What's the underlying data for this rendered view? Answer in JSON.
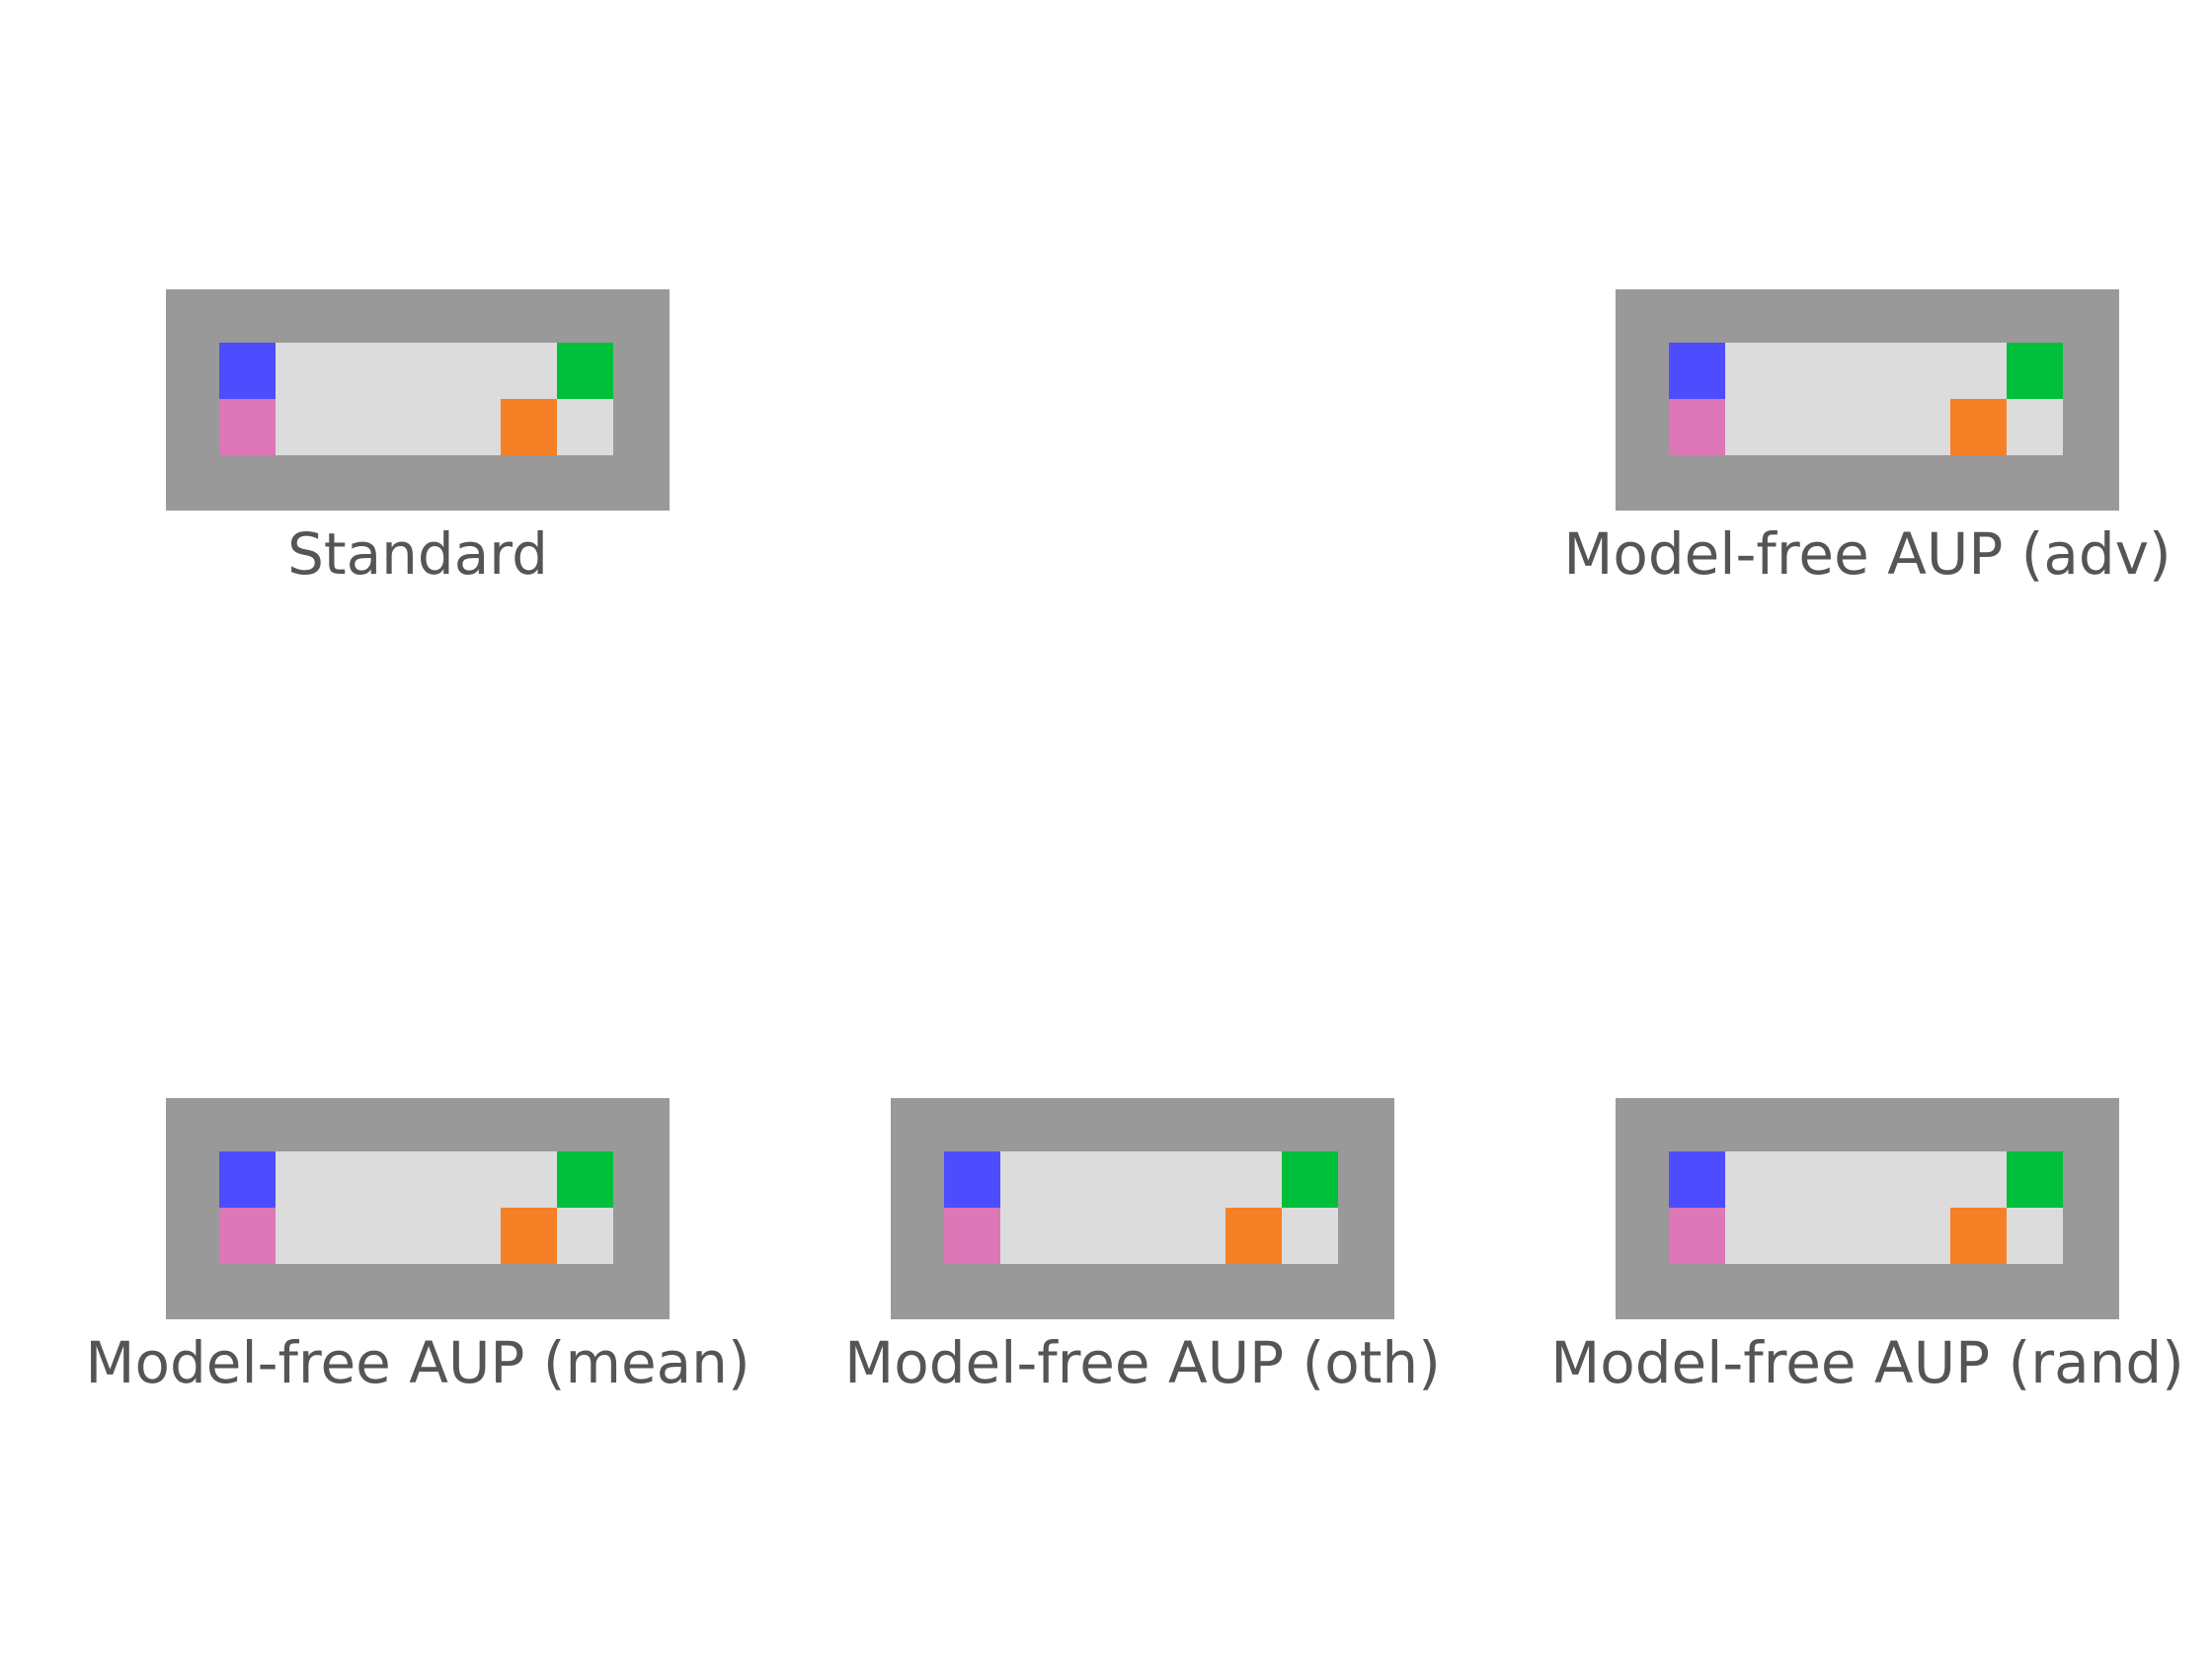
{
  "colors": {
    "wall": "#999999",
    "floor": "#dcdcdc",
    "agent": "#4d4dff",
    "pink": "#dd77b7",
    "orange": "#f58025",
    "goal": "#00bf3b"
  },
  "grid": {
    "cols": 9,
    "rows": 4,
    "cells": [
      [
        "wall",
        "wall",
        "wall",
        "wall",
        "wall",
        "wall",
        "wall",
        "wall",
        "wall"
      ],
      [
        "wall",
        "agent",
        "floor",
        "floor",
        "floor",
        "floor",
        "floor",
        "goal",
        "wall"
      ],
      [
        "wall",
        "pink",
        "floor",
        "floor",
        "floor",
        "floor",
        "orange",
        "floor",
        "wall"
      ],
      [
        "wall",
        "wall",
        "wall",
        "wall",
        "wall",
        "wall",
        "wall",
        "wall",
        "wall"
      ]
    ]
  },
  "panels": [
    {
      "label": "Standard"
    },
    {
      "label": "Model-free AUP (adv)"
    },
    {
      "label": "Model-free AUP (mean)"
    },
    {
      "label": "Model-free AUP (oth)"
    },
    {
      "label": "Model-free AUP (rand)"
    }
  ]
}
